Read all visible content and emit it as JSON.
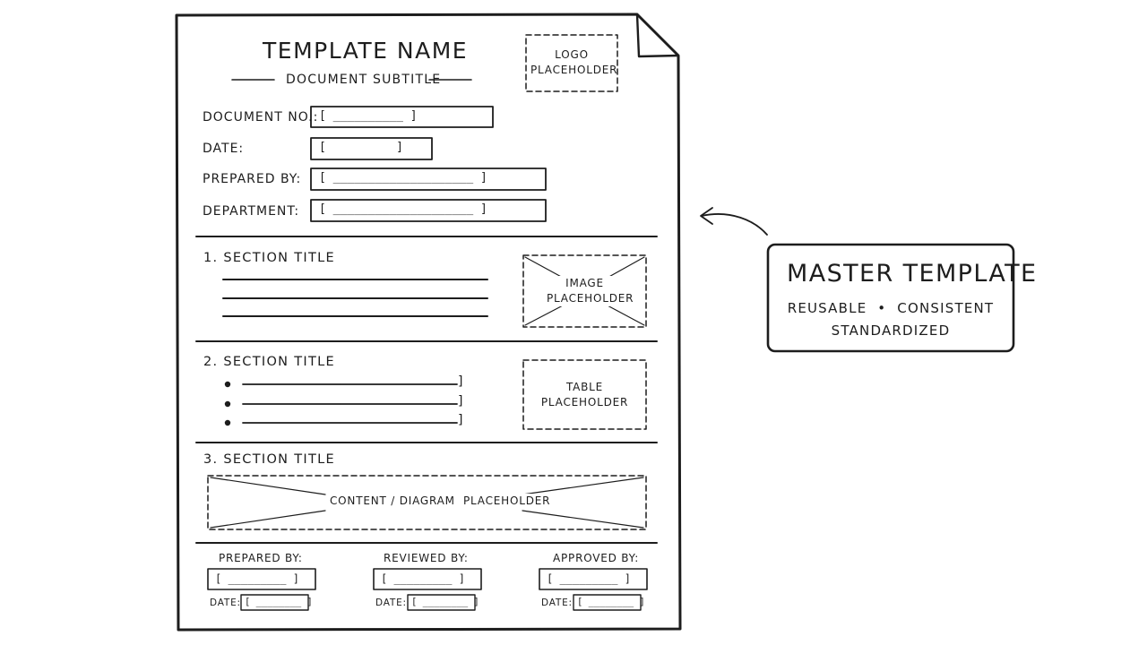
{
  "document": {
    "title": "TEMPLATE NAME",
    "subtitle": "DOCUMENT SUBTITLE",
    "logo_placeholder": "LOGO\nPLACEHOLDER",
    "fields": [
      {
        "label": "DOCUMENT NO.:",
        "value": "[ __________ ]"
      },
      {
        "label": "DATE:",
        "value": "[          ]"
      },
      {
        "label": "PREPARED BY:",
        "value": "[ ____________________ ]"
      },
      {
        "label": "DEPARTMENT:",
        "value": "[ ____________________ ]"
      }
    ],
    "sections": [
      {
        "title": "1. SECTION TITLE",
        "placeholder": "IMAGE\nPLACEHOLDER"
      },
      {
        "title": "2. SECTION TITLE",
        "placeholder": "TABLE\nPLACEHOLDER",
        "bullet_end": "]"
      },
      {
        "title": "3. SECTION TITLE",
        "placeholder": "CONTENT / DIAGRAM  PLACEHOLDER"
      }
    ],
    "signoff": [
      {
        "label": "PREPARED BY:",
        "box": "[ _________ ]",
        "date_label": "DATE:",
        "date_box": "[ ________ ]"
      },
      {
        "label": "REVIEWED BY:",
        "box": "[ _________ ]",
        "date_label": "DATE:",
        "date_box": "[ ________ ]"
      },
      {
        "label": "APPROVED BY:",
        "box": "[ _________ ]",
        "date_label": "DATE:",
        "date_box": "[ ________ ]"
      }
    ]
  },
  "callout": {
    "title": "MASTER TEMPLATE",
    "line1": "REUSABLE  •  CONSISTENT",
    "line2": "STANDARDIZED"
  },
  "colors": {
    "ink": "#1d1d1d",
    "paper": "#ffffff"
  }
}
